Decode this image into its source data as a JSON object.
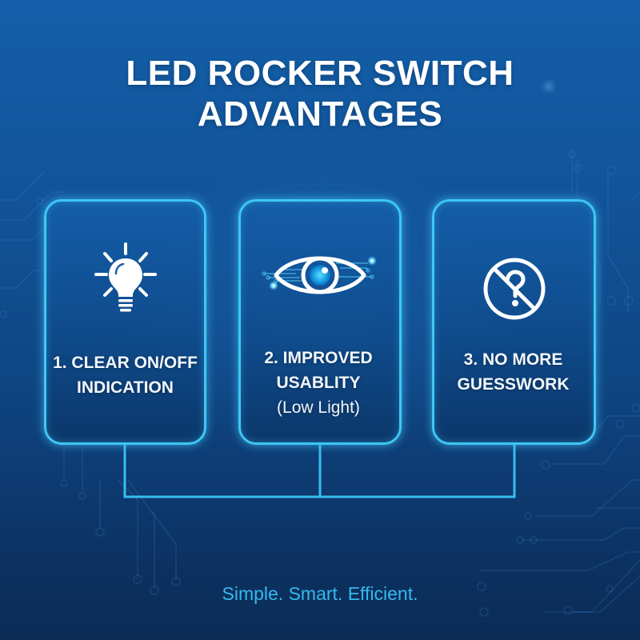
{
  "title": {
    "line1": "LED ROCKER SWITCH",
    "line2": "ADVANTAGES"
  },
  "cards": [
    {
      "icon": "lightbulb-icon",
      "line1": "1. CLEAR ON/OFF",
      "line2": "INDICATION"
    },
    {
      "icon": "eye-icon",
      "line1": "2. IMPROVED",
      "line2": "USABLITY",
      "sub": "(Low Light)"
    },
    {
      "icon": "no-question-icon",
      "line1": "3. NO MORE",
      "line2": "GUESSWORK"
    }
  ],
  "tagline": "Simple. Smart. Efficient.",
  "colors": {
    "background_top": "#135fa9",
    "background_bottom": "#0b2b55",
    "accent": "#3fc6f5",
    "tagline": "#35b9ee",
    "text": "#ffffff"
  }
}
